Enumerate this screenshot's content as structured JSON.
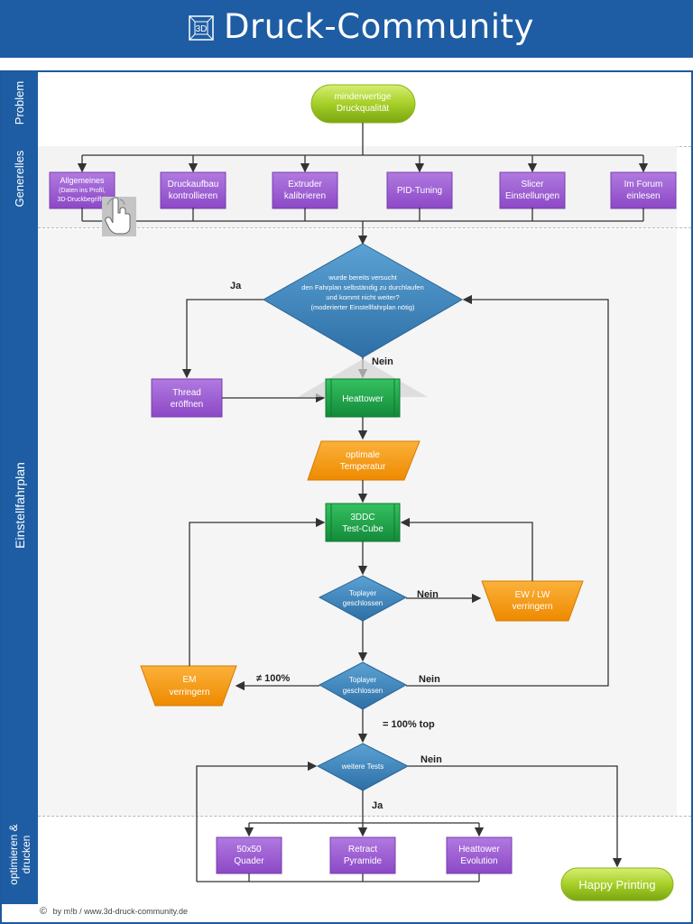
{
  "header": {
    "title": "Druck-Community",
    "logo_text": "3D"
  },
  "sidebar": {
    "sections": [
      "Problem",
      "Generelles",
      "Einstellfahrplan",
      "optimieren & drucken"
    ]
  },
  "nodes": {
    "problem": "minderwertige Druckqualität",
    "general": [
      {
        "line1": "Allgemeines",
        "line2": "(Daten ins Profil,",
        "line3": "3D-Druckbegriffe)"
      },
      {
        "line1": "Druckaufbau",
        "line2": "kontrollieren"
      },
      {
        "line1": "Extruder",
        "line2": "kalibrieren"
      },
      {
        "line1": "PID-Tuning"
      },
      {
        "line1": "Slicer",
        "line2": "Einstellungen"
      },
      {
        "line1": "Im Forum",
        "line2": "einlesen"
      }
    ],
    "decision1": [
      "wurde bereits versucht",
      "den Fahrplan selbständig zu durchlaufen",
      "und kommt nicht weiter?",
      "(moderierter Einstellfahrplan nötig)"
    ],
    "thread": [
      "Thread",
      "eröffnen"
    ],
    "heattower": "Heattower",
    "optimal_temp": [
      "optimale",
      "Temperatur"
    ],
    "testcube": [
      "3DDC",
      "Test-Cube"
    ],
    "toplayer1": [
      "Toplayer",
      "geschlossen"
    ],
    "ewlw": [
      "EW / LW",
      "verringern"
    ],
    "toplayer2": [
      "Toplayer",
      "geschlossen"
    ],
    "em": [
      "EM",
      "verringern"
    ],
    "weitere": "weitere Tests",
    "tests": [
      {
        "line1": "50x50",
        "line2": "Quader"
      },
      {
        "line1": "Retract",
        "line2": "Pyramide"
      },
      {
        "line1": "Heattower",
        "line2": "Evolution"
      }
    ],
    "happy": "Happy Printing"
  },
  "labels": {
    "ja1": "Ja",
    "nein1": "Nein",
    "nein2": "Nein",
    "not100": "≠ 100%",
    "nein3": "Nein",
    "eq100": "= 100% top",
    "nein4": "Nein",
    "ja2": "Ja"
  },
  "footer": {
    "copyright_symbol": "©",
    "text": "by m!b / www.3d-druck-community.de"
  },
  "colors": {
    "header_blue": "#1e5da3",
    "purple": "#9b59d0",
    "green_box": "#1fa84a",
    "orange": "#f59a0c",
    "diamond_blue": "#3f86bd",
    "lime": "#9dc61f"
  }
}
